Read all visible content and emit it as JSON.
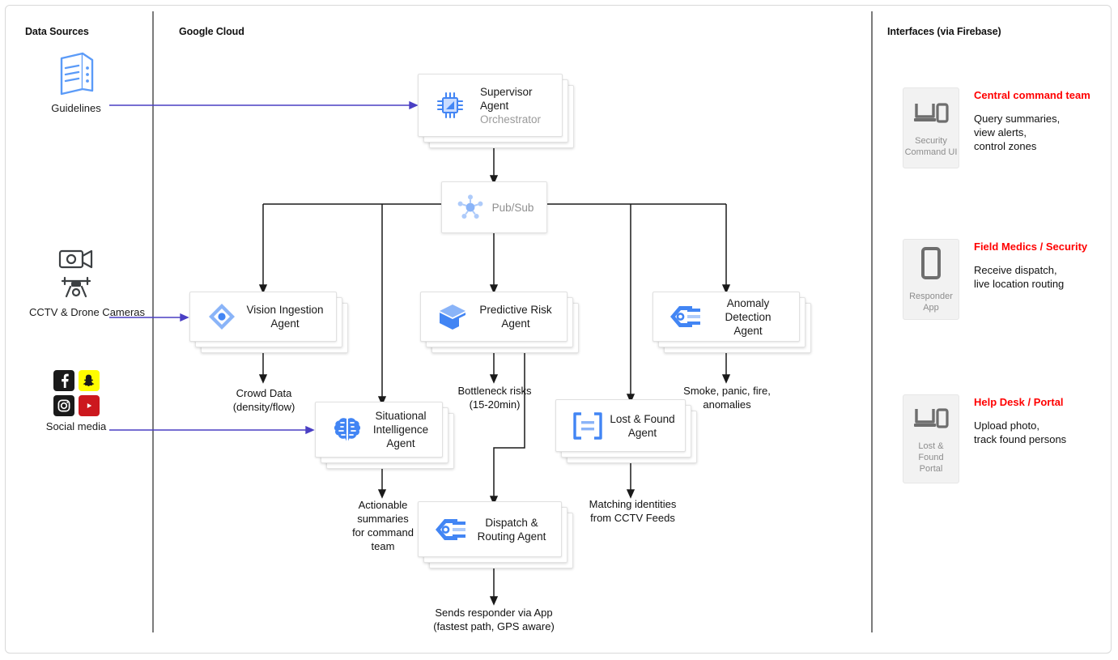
{
  "lanes": [
    {
      "title": "Data Sources"
    },
    {
      "title": "Google Cloud"
    },
    {
      "title": "Interfaces (via Firebase)"
    }
  ],
  "colors": {
    "accent_blue": "#4285f4",
    "light_blue": "#a6c8ff",
    "arrow_purple": "#5c53d6",
    "wire_black": "#1a1a1a",
    "red": "#ff0000",
    "gray_text": "#8f8f8f",
    "tile_gray": "#6e6e6e"
  },
  "data_sources": [
    {
      "id": "guidelines",
      "icon": "documents-icon",
      "caption": "Guidelines"
    },
    {
      "id": "cameras",
      "icon": "cctv-drone-icon",
      "caption": "CCTV & Drone\nCameras"
    },
    {
      "id": "social",
      "icon": "social-media-icons",
      "caption": "Social media",
      "brands": [
        {
          "name": "facebook-icon",
          "glyph": "f",
          "bg": "#1a1a1a",
          "fg": "#ffffff"
        },
        {
          "name": "snapchat-icon",
          "glyph": "ᗣ",
          "bg": "#fffc00",
          "fg": "#1a1a1a"
        },
        {
          "name": "instagram-icon",
          "glyph": "▣",
          "bg": "#1a1a1a",
          "fg": "#ffffff"
        },
        {
          "name": "youtube-icon",
          "glyph": "▶",
          "bg": "#cc181e",
          "fg": "#ffffff"
        }
      ]
    }
  ],
  "nodes": {
    "supervisor": {
      "title": "Supervisor Agent",
      "subtitle": "Orchestrator",
      "icon": "chip-icon"
    },
    "pubsub": {
      "title": "Pub/Sub",
      "icon": "pubsub-icon"
    },
    "vision": {
      "title": "Vision Ingestion\nAgent",
      "icon": "vision-diamond-icon"
    },
    "predictive": {
      "title": "Predictive Risk\nAgent",
      "icon": "cube-icon"
    },
    "anomaly": {
      "title": "Anomaly Detection\nAgent",
      "icon": "dispatch-connector-icon"
    },
    "situational": {
      "title": "Situational\nIntelligence\nAgent",
      "icon": "brain-icon"
    },
    "lostfound": {
      "title": "Lost & Found\nAgent",
      "icon": "document-brackets-icon"
    },
    "dispatch": {
      "title": "Dispatch &\nRouting Agent",
      "icon": "dispatch-connector-icon"
    }
  },
  "edge_labels": [
    {
      "id": "crowd-data",
      "text": "Crowd Data\n(density/flow)"
    },
    {
      "id": "bottleneck",
      "text": "Bottleneck risks\n(15-20min)"
    },
    {
      "id": "anomalies",
      "text": "Smoke, panic, fire,\nanomalies"
    },
    {
      "id": "summaries",
      "text": "Actionable\nsummaries\nfor command\nteam"
    },
    {
      "id": "matching",
      "text": "Matching identities\nfrom CCTV Feeds"
    },
    {
      "id": "responder",
      "text": "Sends responder via App\n(fastest path, GPS aware)"
    }
  ],
  "interfaces": [
    {
      "id": "security-command-ui",
      "tile_name": "Security\nCommand UI",
      "icon": "desktop-mobile-icon",
      "audience": "Central command team",
      "description": "Query summaries,\nview alerts,\ncontrol zones"
    },
    {
      "id": "responder-app",
      "tile_name": "Responder\nApp",
      "icon": "mobile-icon",
      "audience": "Field Medics / Security",
      "description": "Receive dispatch,\nlive location routing"
    },
    {
      "id": "lost-found-portal",
      "tile_name": "Lost &\nFound\nPortal",
      "icon": "desktop-mobile-icon",
      "audience": "Help Desk / Portal",
      "description": "Upload photo,\ntrack found persons"
    }
  ]
}
